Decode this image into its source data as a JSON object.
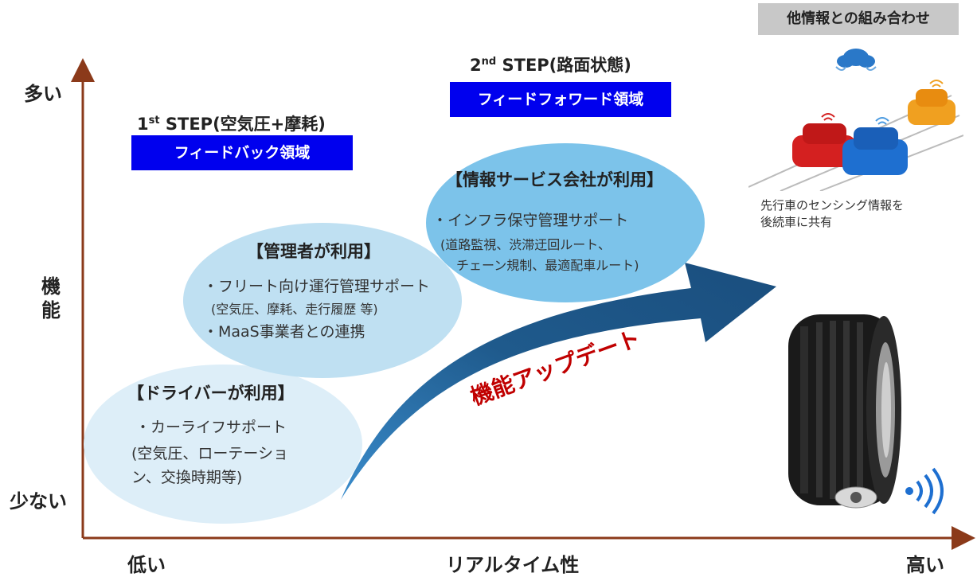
{
  "axes": {
    "y_top": "多い",
    "y_mid": "機能",
    "y_bottom": "少ない",
    "x_left": "低い",
    "x_mid": "リアルタイム性",
    "x_right": "高い"
  },
  "step1": {
    "prefix": "1",
    "sup": "st",
    "title": " STEP(空気圧+摩耗)",
    "box": "フィードバック領域"
  },
  "step2": {
    "prefix": "2",
    "sup": "nd",
    "title": " STEP(路面状態)",
    "box": "フィードフォワード領域"
  },
  "driver": {
    "title": "【ドライバーが利用】",
    "line1": "・カーライフサポート",
    "line2": "(空気圧、ローテーショ",
    "line3": "ン、交換時期等)"
  },
  "manager": {
    "title": "【管理者が利用】",
    "line1": "・フリート向け運行管理サポート",
    "line2": "(空気圧、摩耗、走行履歴 等)",
    "line3": "・MaaS事業者との連携"
  },
  "info": {
    "title": "【情報サービス会社が利用】",
    "line1": "・インフラ保守管理サポート",
    "line2": "(道路監視、渋滞迂回ルート、",
    "line3": "チェーン規制、最適配車ルート)"
  },
  "arrow_label": "機能アップデート",
  "combo": {
    "box": "他情報との組み合わせ",
    "caption1": "先行車のセンシング情報を",
    "caption2": "後続車に共有"
  },
  "colors": {
    "axis": "#8b3a1a",
    "blue_box": "#0000ee",
    "ellipse_light": "#ddeef8",
    "ellipse_mid": "#bfe0f2",
    "ellipse_dark": "#7cc3ea",
    "arrow": "#1f5a8c",
    "arrow_label": "#c00000",
    "gray_box": "#c8c8c8",
    "car_red": "#d42020",
    "car_blue": "#1e6fd0",
    "car_orange": "#f0a020"
  }
}
